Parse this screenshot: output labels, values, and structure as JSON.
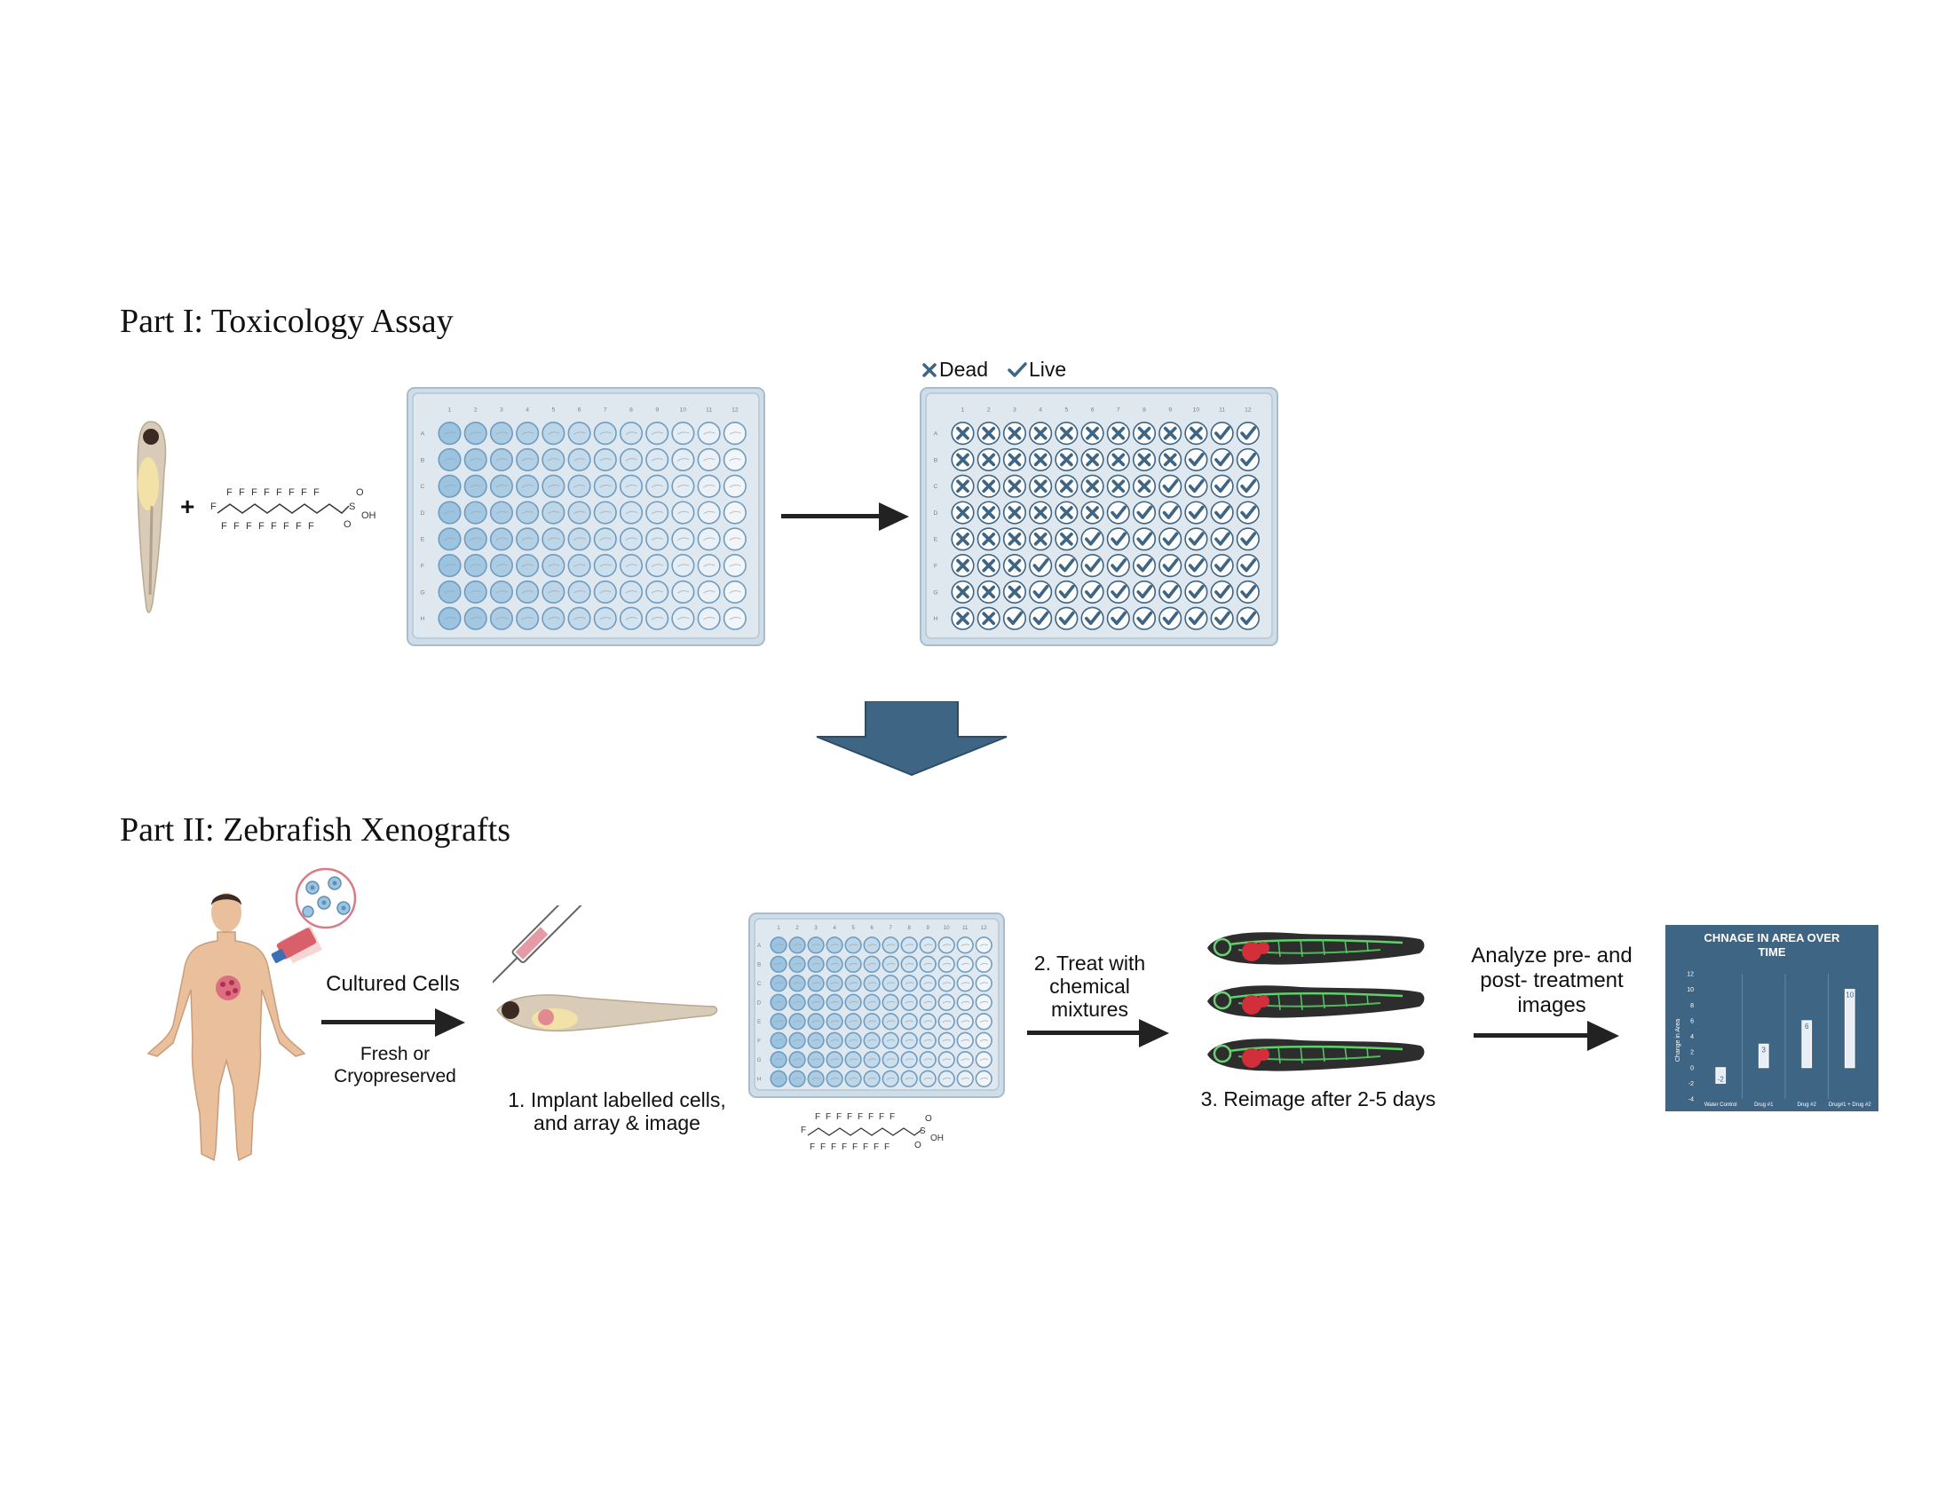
{
  "part1": {
    "heading": "Part I: Toxicology Assay",
    "legend": {
      "dead": "Dead",
      "live": "Live"
    },
    "plus": "+"
  },
  "part2": {
    "heading": "Part II: Zebrafish Xenografts",
    "cultured_cells": "Cultured Cells",
    "fresh_or": "Fresh or",
    "cryopreserved": "Cryopreserved",
    "step1_line1": "1.  Implant labelled cells,",
    "step1_line2": "and array & image",
    "step2_line1": "2. Treat with",
    "step2_line2": "chemical",
    "step2_line3": "mixtures",
    "step3": "3. Reimage after 2-5 days",
    "analyze_line1": "Analyze pre- and",
    "analyze_line2": "post- treatment",
    "analyze_line3": "images"
  },
  "plate": {
    "columns": [
      "1",
      "2",
      "3",
      "4",
      "5",
      "6",
      "7",
      "8",
      "9",
      "10",
      "11",
      "12"
    ],
    "rows": [
      "A",
      "B",
      "C",
      "D",
      "E",
      "F",
      "G",
      "H"
    ],
    "viability_live_from_column": [
      11,
      10,
      9,
      7,
      6,
      4,
      4,
      3
    ]
  },
  "colors": {
    "accent": "#3f6585",
    "well_dark": "#9cc3df",
    "well_light": "#f3f6f8",
    "plate_bg": "#dfe8ef"
  },
  "chart_data": {
    "type": "bar",
    "title": "CHNAGE IN AREA OVER TIME",
    "ylabel": "Change in Area",
    "xlabel": "",
    "categories": [
      "Water Control",
      "Drug #1",
      "Drug #2",
      "Drug#1 + Drug #2"
    ],
    "values": [
      -2,
      3,
      6,
      10
    ],
    "yticks": [
      "12",
      "10",
      "8",
      "6",
      "4",
      "2",
      "0",
      "-2",
      "-4"
    ],
    "ylim": [
      -4,
      12
    ],
    "grid": false,
    "background": "#3f6585"
  }
}
